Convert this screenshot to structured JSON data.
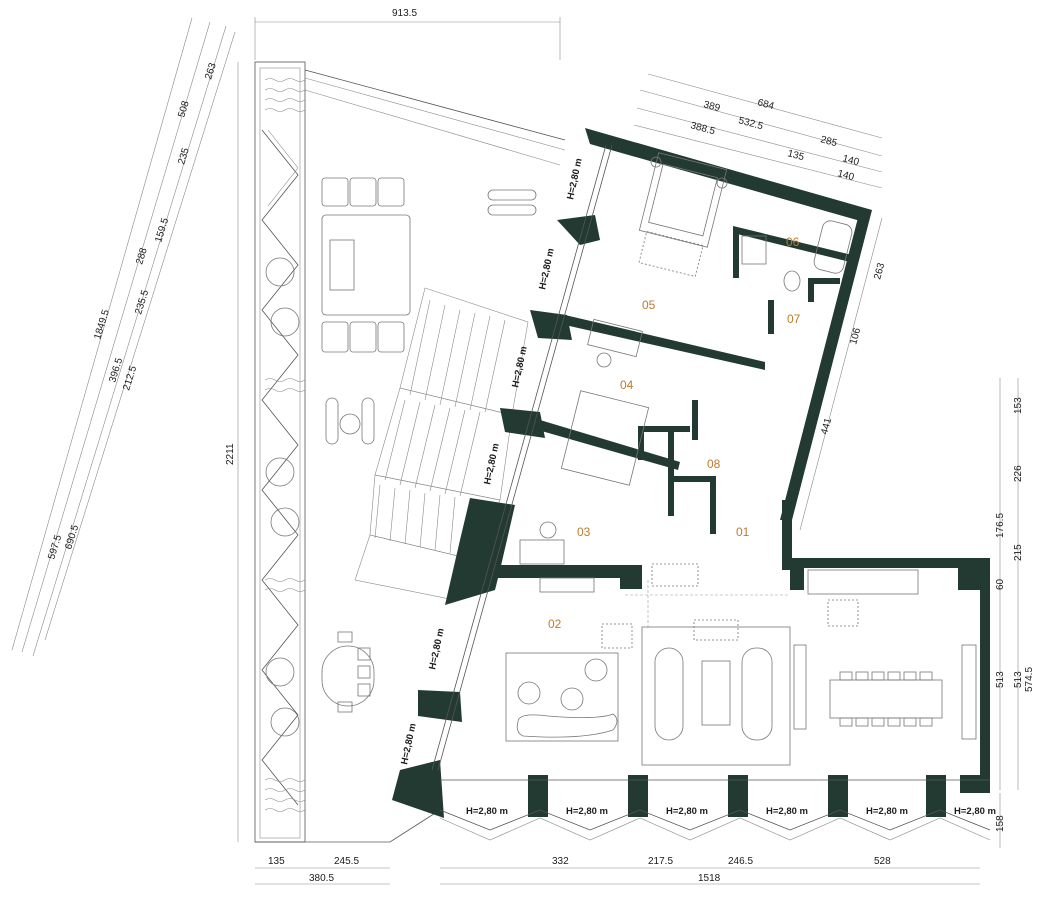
{
  "colors": {
    "wall": "#223a32",
    "room_label": "#c07a2c",
    "line": "#555555"
  },
  "rooms": [
    "01",
    "02",
    "03",
    "04",
    "05",
    "06",
    "07",
    "08"
  ],
  "dimensions": {
    "top": "913.5",
    "left_height": "2211",
    "diag_outer": [
      "1849.5",
      "396.5",
      "212.5",
      "597.5",
      "690.5"
    ],
    "diag_inner": [
      "508",
      "263",
      "235",
      "288",
      "159.5",
      "235.5"
    ],
    "top_right": [
      "389",
      "684",
      "532.5",
      "285",
      "388.5",
      "135",
      "140",
      "140"
    ],
    "right_wall": [
      "263",
      "106",
      "441"
    ],
    "far_right": [
      "153",
      "226",
      "176.5",
      "215",
      "60",
      "513",
      "513",
      "574.5",
      "158"
    ],
    "bottom_left": [
      "135",
      "245.5",
      "380.5"
    ],
    "bottom": [
      "332",
      "217.5",
      "246.5",
      "528",
      "1518"
    ]
  },
  "heights": {
    "window_h": "H=2,80 m",
    "slanted": [
      "H=2,80 m",
      "H=2,80 m",
      "H=2,80 m",
      "H=2,80 m",
      "H=2,80 m"
    ],
    "bottom": [
      "H=2,80 m",
      "H=2,80 m",
      "H=2,80 m",
      "H=2,80 m",
      "H=2,80 m",
      "H=2,80 m"
    ]
  }
}
